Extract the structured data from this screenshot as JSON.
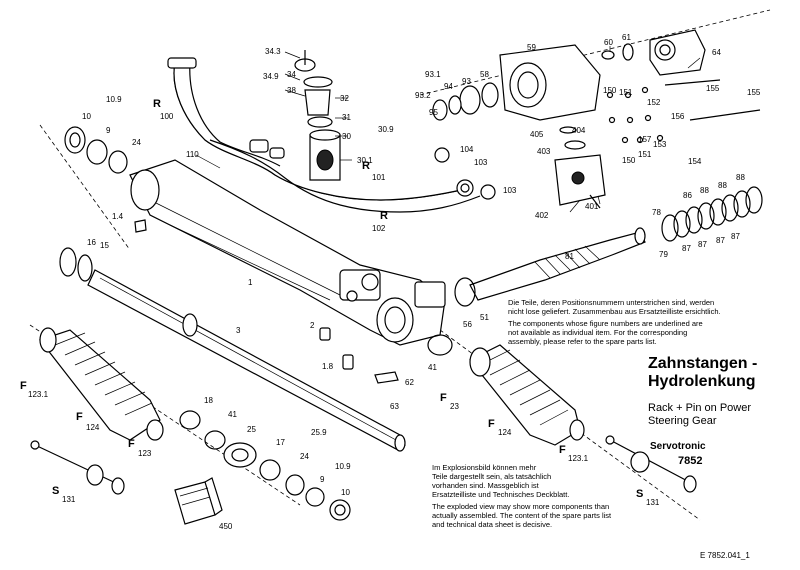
{
  "part_labels": [
    {
      "id": "l1",
      "text": "34.3"
    },
    {
      "id": "l2",
      "text": "34.9"
    },
    {
      "id": "l3",
      "text": "34"
    },
    {
      "id": "l4",
      "text": "38"
    },
    {
      "id": "l5",
      "text": "32"
    },
    {
      "id": "l6",
      "text": "31"
    },
    {
      "id": "l7",
      "text": "30"
    },
    {
      "id": "l8",
      "text": "30.1"
    },
    {
      "id": "l9",
      "text": "30.9"
    },
    {
      "id": "l10",
      "text": "10.9"
    },
    {
      "id": "l11",
      "text": "10"
    },
    {
      "id": "l12",
      "text": "9"
    },
    {
      "id": "l13",
      "text": "24"
    },
    {
      "id": "l14",
      "text": "110"
    },
    {
      "id": "l15",
      "text": "R"
    },
    {
      "id": "l16",
      "text": "100"
    },
    {
      "id": "l17",
      "text": "R"
    },
    {
      "id": "l18",
      "text": "101"
    },
    {
      "id": "l19",
      "text": "R"
    },
    {
      "id": "l20",
      "text": "102"
    },
    {
      "id": "l21",
      "text": "104"
    },
    {
      "id": "l22",
      "text": "103"
    },
    {
      "id": "l23",
      "text": "103"
    },
    {
      "id": "l24",
      "text": "1.4"
    },
    {
      "id": "l25",
      "text": "16"
    },
    {
      "id": "l26",
      "text": "15"
    },
    {
      "id": "l27",
      "text": "1"
    },
    {
      "id": "l28",
      "text": "3"
    },
    {
      "id": "l29",
      "text": "2"
    },
    {
      "id": "l30",
      "text": "1.8"
    },
    {
      "id": "l31",
      "text": "62"
    },
    {
      "id": "l32",
      "text": "63"
    },
    {
      "id": "l33",
      "text": "41"
    },
    {
      "id": "l34",
      "text": "56"
    },
    {
      "id": "l35",
      "text": "51"
    },
    {
      "id": "l36",
      "text": "81"
    },
    {
      "id": "l37",
      "text": "59"
    },
    {
      "id": "l38",
      "text": "58"
    },
    {
      "id": "l39",
      "text": "93"
    },
    {
      "id": "l40",
      "text": "94"
    },
    {
      "id": "l41",
      "text": "93.1"
    },
    {
      "id": "l42",
      "text": "93.2"
    },
    {
      "id": "l43",
      "text": "95"
    },
    {
      "id": "l44",
      "text": "60"
    },
    {
      "id": "l45",
      "text": "61"
    },
    {
      "id": "l46",
      "text": "64"
    },
    {
      "id": "l47",
      "text": "150"
    },
    {
      "id": "l48",
      "text": "151"
    },
    {
      "id": "l49",
      "text": "152"
    },
    {
      "id": "l50",
      "text": "155"
    },
    {
      "id": "l51",
      "text": "155"
    },
    {
      "id": "l52",
      "text": "156"
    },
    {
      "id": "l53",
      "text": "157"
    },
    {
      "id": "l54",
      "text": "153"
    },
    {
      "id": "l55",
      "text": "150"
    },
    {
      "id": "l56",
      "text": "151"
    },
    {
      "id": "l57",
      "text": "154"
    },
    {
      "id": "l58",
      "text": "405"
    },
    {
      "id": "l59",
      "text": "404"
    },
    {
      "id": "l60",
      "text": "403"
    },
    {
      "id": "l61",
      "text": "402"
    },
    {
      "id": "l62",
      "text": "401"
    },
    {
      "id": "l63",
      "text": "88"
    },
    {
      "id": "l64",
      "text": "88"
    },
    {
      "id": "l65",
      "text": "88"
    },
    {
      "id": "l66",
      "text": "86"
    },
    {
      "id": "l67",
      "text": "78"
    },
    {
      "id": "l68",
      "text": "87"
    },
    {
      "id": "l69",
      "text": "87"
    },
    {
      "id": "l70",
      "text": "87"
    },
    {
      "id": "l71",
      "text": "87"
    },
    {
      "id": "l72",
      "text": "79"
    },
    {
      "id": "l73",
      "text": "F"
    },
    {
      "id": "l74",
      "text": "123.1"
    },
    {
      "id": "l75",
      "text": "F"
    },
    {
      "id": "l76",
      "text": "124"
    },
    {
      "id": "l77",
      "text": "F"
    },
    {
      "id": "l78",
      "text": "123"
    },
    {
      "id": "l79",
      "text": "18"
    },
    {
      "id": "l80",
      "text": "41"
    },
    {
      "id": "l81",
      "text": "25"
    },
    {
      "id": "l82",
      "text": "17"
    },
    {
      "id": "l83",
      "text": "24"
    },
    {
      "id": "l84",
      "text": "25.9"
    },
    {
      "id": "l85",
      "text": "9"
    },
    {
      "id": "l86",
      "text": "10.9"
    },
    {
      "id": "l87",
      "text": "10"
    },
    {
      "id": "l88",
      "text": "450"
    },
    {
      "id": "l89",
      "text": "S"
    },
    {
      "id": "l90",
      "text": "131"
    },
    {
      "id": "l91",
      "text": "F"
    },
    {
      "id": "l92",
      "text": "23"
    },
    {
      "id": "l93",
      "text": "F"
    },
    {
      "id": "l94",
      "text": "124"
    },
    {
      "id": "l95",
      "text": "F"
    },
    {
      "id": "l96",
      "text": "123.1"
    },
    {
      "id": "l97",
      "text": "S"
    },
    {
      "id": "l98",
      "text": "131"
    }
  ],
  "note_top": [
    "Die Teile, deren Positionsnummern unterstrichen sind, werden",
    "nicht lose geliefert. Zusammenbau aus Ersatzteilliste ersichtlich.",
    "The components whose figure numbers are underlined are",
    "not available as individual item. For the corresponding",
    "assembly, please refer to the spare parts list."
  ],
  "note_bottom": [
    "Im Explosionsbild können mehr",
    "Teile dargestellt sein, als tatsächlich",
    "vorhanden sind. Massgeblich ist",
    "Ersatzteilliste und Technisches Deckblatt.",
    "The exploded view may show more components than",
    "actually assembled. The content of the spare parts list",
    "and technical data sheet is decisive."
  ],
  "title": {
    "line1": "Zahnstangen -",
    "line2": "Hydrolenkung",
    "sub1": "Rack + Pin on Power",
    "sub2": "Steering Gear",
    "brand": "Servotronic",
    "code": "7852"
  },
  "doc_id": "E 7852.041_1"
}
